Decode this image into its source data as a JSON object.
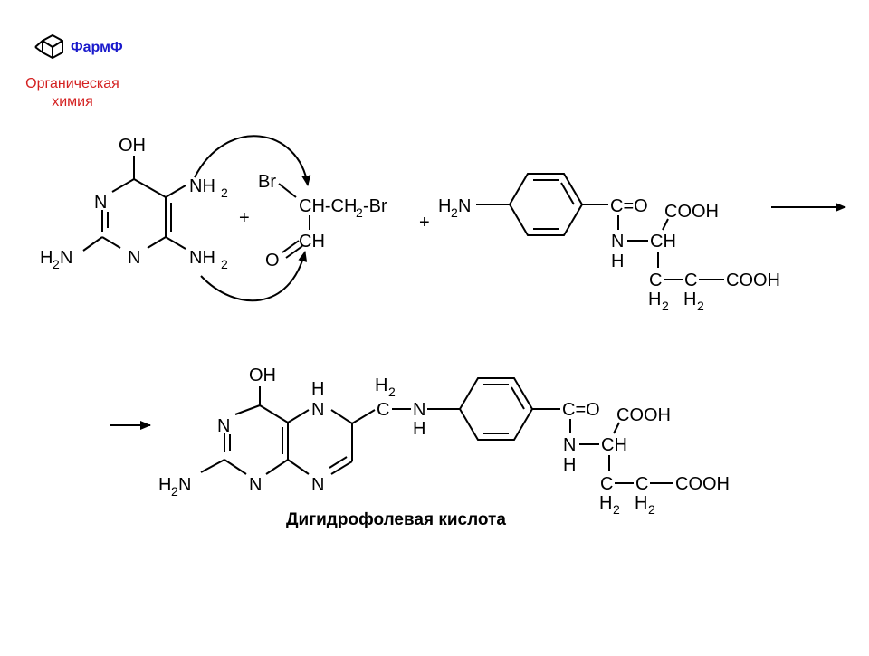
{
  "header": {
    "brand_label": "ФармФ",
    "brand_color": "#1a1acc",
    "course_line1": "Органическая",
    "course_line2": "химия",
    "course_color": "#d42020",
    "logo_icon": "adamantane-icon"
  },
  "labels": {
    "oh": "OH",
    "n": "N",
    "nh": "NH",
    "h": "H",
    "h2": "H",
    "two": "2",
    "br": "Br",
    "ch": "CH",
    "ch_ch2_br_a": "CH-CH",
    "ch_ch2_br_b": "-Br",
    "o": "O",
    "plus": "+",
    "c_eq_o": "C=O",
    "cooh": "COOH",
    "c": "C"
  },
  "caption": "Дигидрофолевая кислота"
}
